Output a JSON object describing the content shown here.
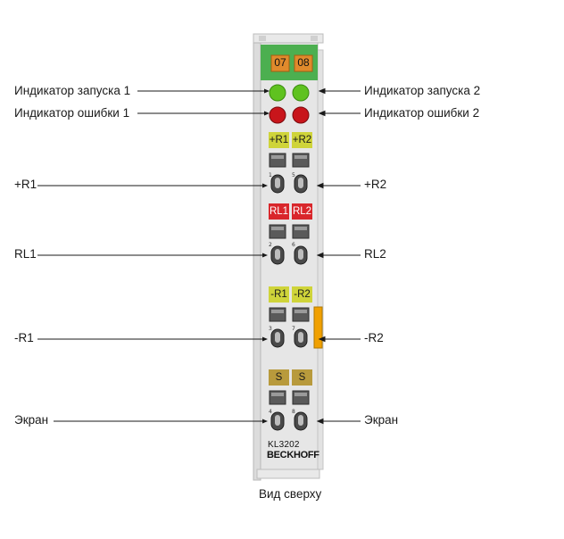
{
  "labels_left": [
    {
      "key": "run1",
      "text": "Индикатор запуска 1"
    },
    {
      "key": "err1",
      "text": "Индикатор ошибки 1"
    },
    {
      "key": "pr1",
      "text": "+R1"
    },
    {
      "key": "rl1",
      "text": "RL1"
    },
    {
      "key": "mr1",
      "text": "-R1"
    },
    {
      "key": "shield_l",
      "text": "Экран"
    }
  ],
  "labels_right": [
    {
      "key": "run2",
      "text": "Индикатор запуска 2"
    },
    {
      "key": "err2",
      "text": "Индикатор ошибки 2"
    },
    {
      "key": "pr2",
      "text": "+R2"
    },
    {
      "key": "rl2",
      "text": "RL2"
    },
    {
      "key": "mr2",
      "text": "-R2"
    },
    {
      "key": "shield_r",
      "text": "Экран"
    }
  ],
  "module": {
    "channel_left": "07",
    "channel_right": "08",
    "chips": [
      {
        "left": "+R1",
        "right": "+R2",
        "color": "#cfd43a"
      },
      {
        "left": "RL1",
        "right": "RL2",
        "color": "#d9262b"
      },
      {
        "left": "-R1",
        "right": "-R2",
        "color": "#cfd43a"
      },
      {
        "left": "S",
        "right": "S",
        "color": "#b89a3c"
      }
    ],
    "pin_numbers": [
      "1",
      "5",
      "2",
      "6",
      "3",
      "7",
      "4",
      "8"
    ],
    "model": "KL3202",
    "brand": "BECKHOFF",
    "colors": {
      "housing": "#e6e6e6",
      "top_green": "#4caf50",
      "channel_orange": "#e08a2c",
      "led_run": "#5fc21f",
      "led_error": "#c8151b",
      "side_tab": "#f0a000"
    }
  },
  "caption": "Вид сверху"
}
